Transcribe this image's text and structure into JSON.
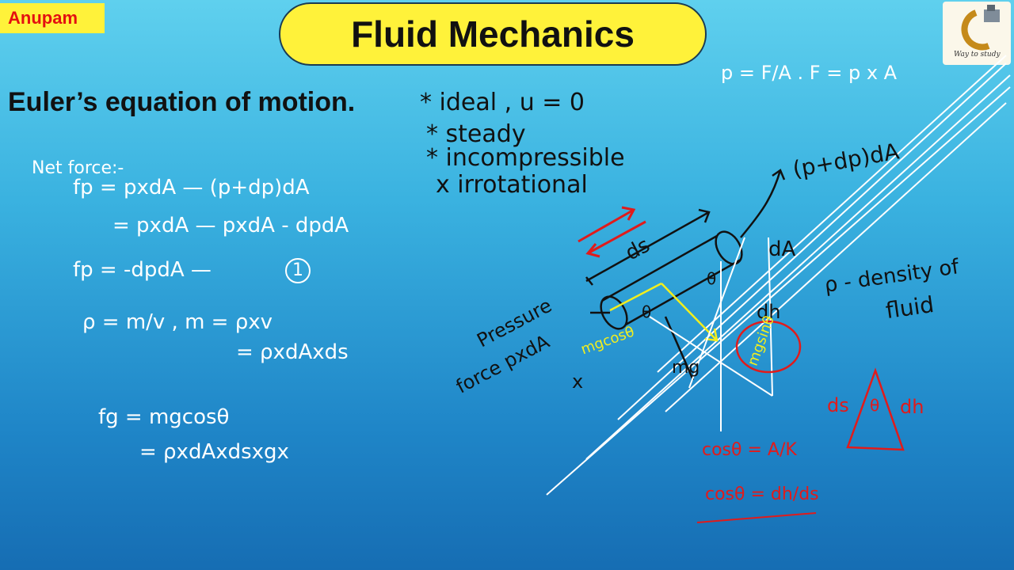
{
  "header": {
    "author_badge": "Anupam",
    "title": "Fluid Mechanics",
    "logo_tagline": "Way to study"
  },
  "heading": "Euler’s equation of motion.",
  "assumptions": [
    "* ideal , u = 0",
    "* steady",
    "* incompressible",
    "x irrotational"
  ],
  "top_formula": "p = F/A . F = p x A",
  "left_notes": {
    "net_force_label": "Net force:-",
    "fp_line1": "fp = pxdA — (p+dp)dA",
    "fp_line2": "= pxdA — pxdA - dpdA",
    "fp_line3": "fp = -dpdA —",
    "eq_number": "1",
    "density_line1": "ρ = m/v , m = ρxv",
    "density_line2": "= ρxdAxds",
    "fg_line1": "fg = mgcosθ",
    "fg_line2": "= ρxdAxdsxgx"
  },
  "diagram": {
    "ds_label": "ds",
    "pressure_label_1": "Pressure",
    "pressure_label_2": "force pxdA",
    "pdp_label": "(p+dp)dA",
    "da_label": "dA",
    "dh_label": "dh",
    "theta": "θ",
    "mg_label": "mg",
    "mgcos_label": "mgcosθ",
    "mgsin_label": "mgsinθ",
    "x_mark": "x",
    "density_note_1": "ρ - density of",
    "density_note_2": "fluid"
  },
  "red_notes": {
    "cos1": "cosθ = A/K",
    "cos2": "cosθ = dh/ds",
    "tri_ds": "ds",
    "tri_theta": "θ",
    "tri_dh": "dh"
  },
  "colors": {
    "badge_yellow": "#fff23a",
    "ink_white": "#ffffff",
    "ink_red": "#e11b1b",
    "ink_yellow": "#f2ee1e"
  }
}
